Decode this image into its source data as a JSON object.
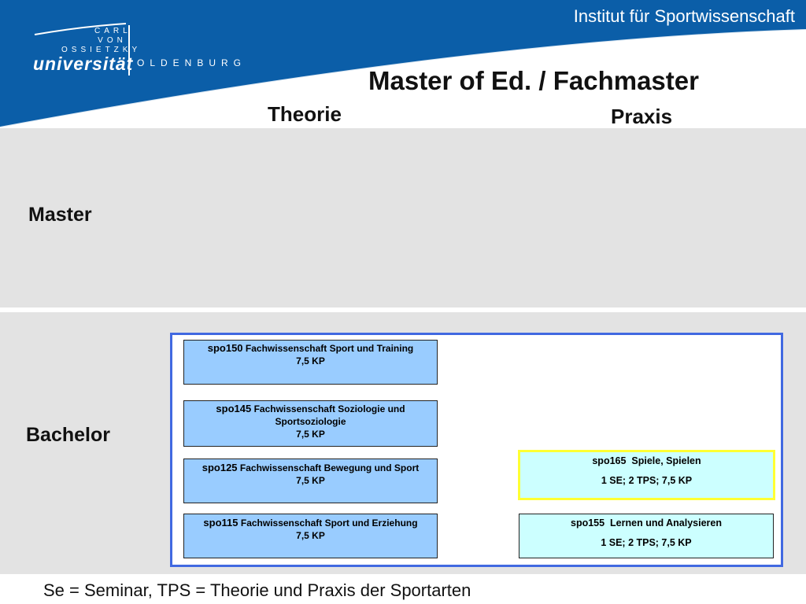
{
  "header": {
    "institute": "Institut für Sportwissenschaft",
    "logo": {
      "line1": "CARL",
      "line2": "VON",
      "line3": "OSSIETZKY",
      "university": "universität",
      "city": "OLDENBURG"
    },
    "brand_color": "#0b5ea8"
  },
  "title": "Master of Ed. / Fachmaster",
  "columns": {
    "theory": "Theorie",
    "praxis": "Praxis"
  },
  "rows": {
    "master": "Master",
    "bachelor": "Bachelor"
  },
  "modules": [
    {
      "code": "spo150",
      "name": "Fachwissenschaft Sport und Training",
      "detail": "7,5 KP"
    },
    {
      "code": "spo145",
      "name": "Fachwissenschaft Soziologie und Sportsoziologie",
      "detail": "7,5 KP"
    },
    {
      "code": "spo125",
      "name": "Fachwissenschaft Bewegung und Sport",
      "detail": "7,5 KP"
    },
    {
      "code": "spo115",
      "name": "Fachwissenschaft Sport und Erziehung",
      "detail": "7,5 KP"
    },
    {
      "code": "spo165",
      "name": "Spiele, Spielen",
      "detail": "1 SE; 2 TPS; 7,5 KP"
    },
    {
      "code": "spo155",
      "name": "Lernen und Analysieren",
      "detail": "1 SE; 2 TPS; 7,5 KP"
    }
  ],
  "colors": {
    "theory_box": "#99ccff",
    "praxis_box": "#ccffff",
    "frame": "#4169e1",
    "highlight_border": "#ffff33",
    "band": "#e3e3e3"
  },
  "footnote": "Se = Seminar, TPS = Theorie und Praxis der Sportarten"
}
